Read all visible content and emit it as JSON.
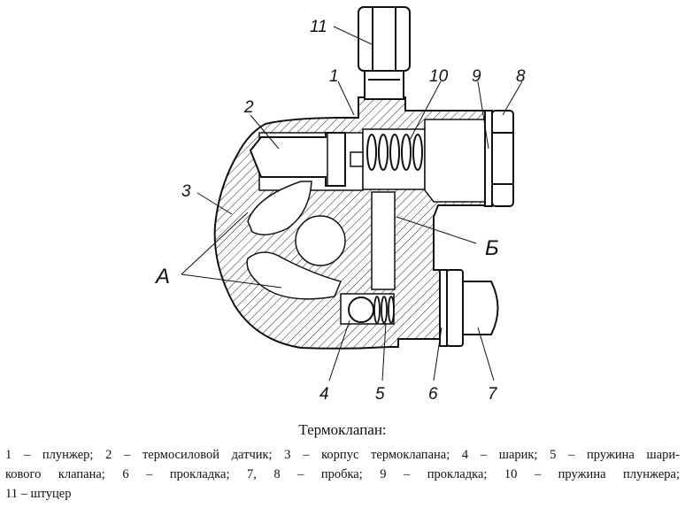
{
  "diagram": {
    "labels": {
      "n1": "1",
      "n2": "2",
      "n3": "3",
      "n4": "4",
      "n5": "5",
      "n6": "6",
      "n7": "7",
      "n8": "8",
      "n9": "9",
      "n10": "10",
      "n11": "11",
      "A": "А",
      "B": "Б"
    }
  },
  "caption": "Термоклапан:",
  "legend": {
    "line1": "1 – плунжер; 2 – термосиловой датчик; 3 – корпус термоклапана; 4 – шарик; 5 – пружина шари-",
    "line2": "кового клапана; 6 – прокладка; 7, 8 – пробка; 9 – прокладка; 10 – пружина плунжера;",
    "line3": "11 – штуцер"
  }
}
